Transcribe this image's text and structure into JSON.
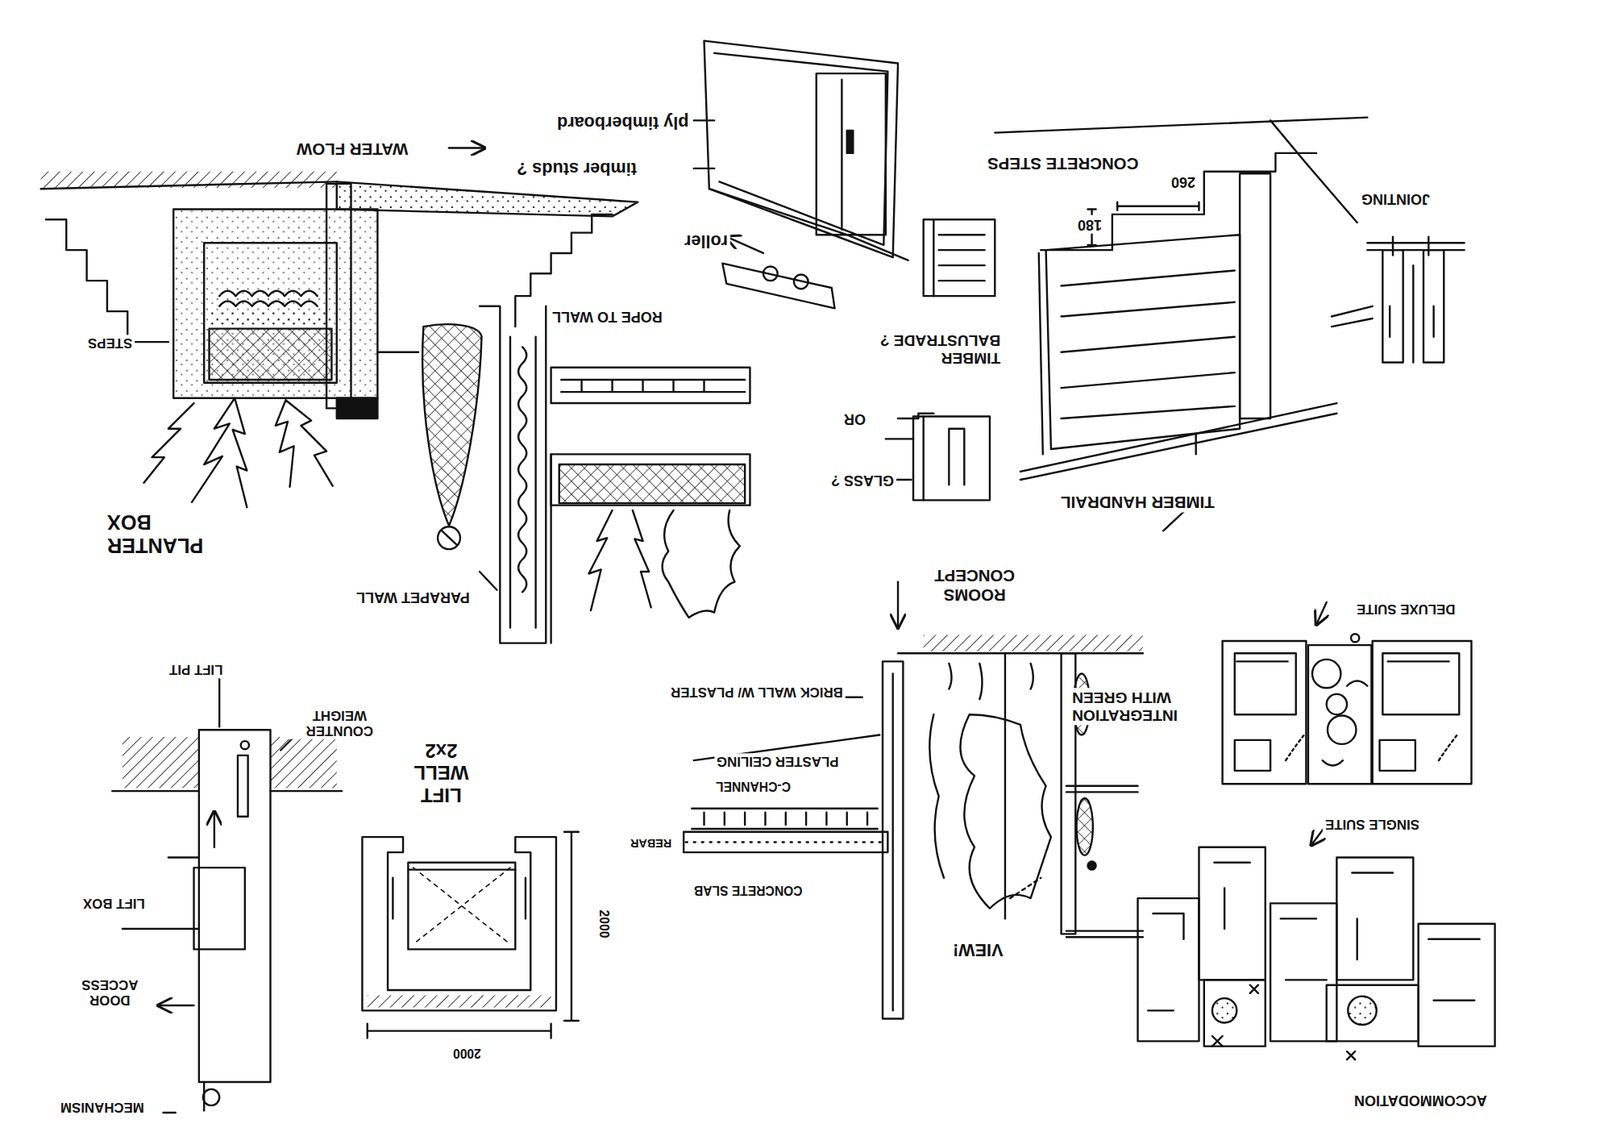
{
  "diagram": {
    "labels": [
      "WATER FLOW",
      "ply timberboard",
      "timber studs ?",
      "roller",
      "ROPE TO WALL",
      "STEPS",
      "PLANTER BOX",
      "PARAPET WALL",
      "260",
      "CONCRETE STEPS",
      "180",
      "JOINTING",
      "TIMBER BALUSTRADE ?",
      "OR",
      "GLASS ?",
      "TIMBER HANDRAIL",
      "ROOMS CONCEPT",
      "DELUXE SUITE",
      "SINGLE SUITE",
      "ACCOMMODATION",
      "INTEGRATION WITH GREEN",
      "BRICK WALL W/ PLASTER",
      "PLASTER CEILING",
      "C-CHANNEL",
      "REBAR",
      "CONCRETE SLAB",
      "VIEW!",
      "LIFT PIT",
      "COUNTER WEIGHT",
      "LIFT WELL 2x2",
      "LIFT BOX",
      "DOOR ACCESS",
      "MECHANISM",
      "2000",
      "2000"
    ]
  }
}
